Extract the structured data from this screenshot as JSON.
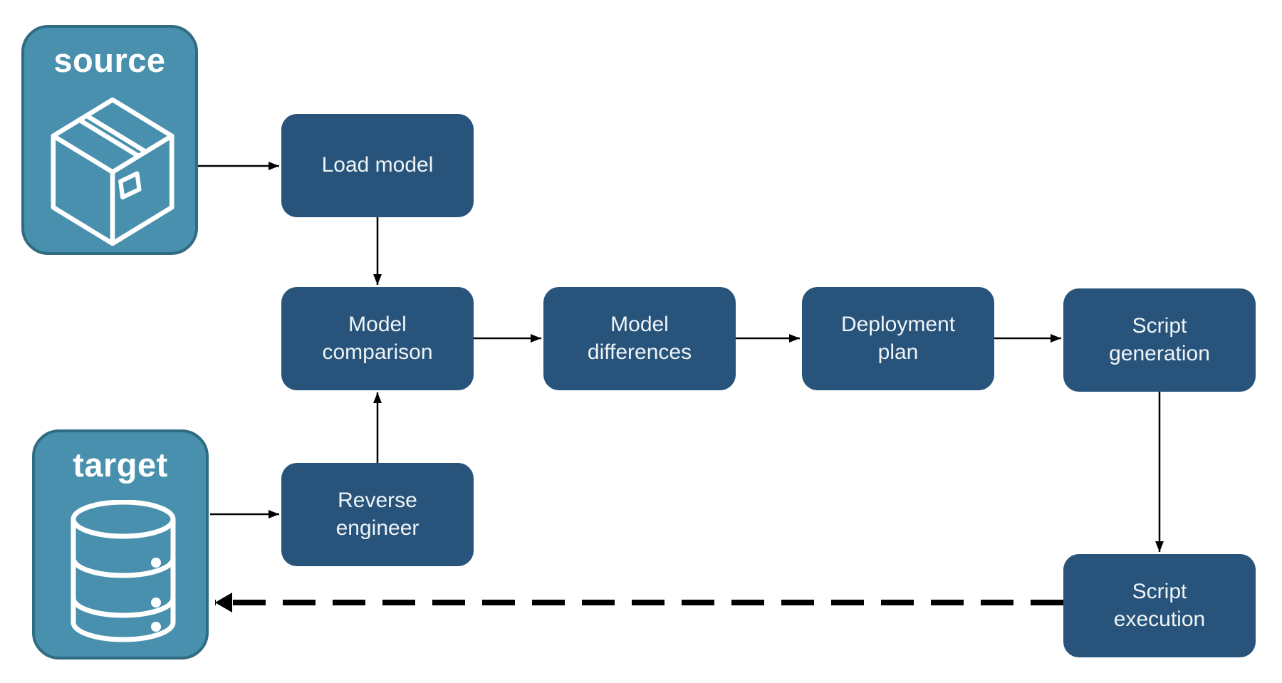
{
  "diagram": {
    "type": "flow-diagram",
    "background": "#ffffff",
    "colors": {
      "node_fill": "#28537A",
      "node_text": "#EFF4F7",
      "endpoint_fill": "#4890AE",
      "endpoint_border": "#2F6B82",
      "endpoint_text": "#FFFFFF",
      "arrow": "#000000"
    },
    "endpoints": [
      {
        "id": "source",
        "label": "source",
        "icon": "package-icon"
      },
      {
        "id": "target",
        "label": "target",
        "icon": "database-icon"
      }
    ],
    "nodes": [
      {
        "id": "load-model",
        "label": "Load model"
      },
      {
        "id": "model-comparison",
        "label": "Model comparison"
      },
      {
        "id": "model-differences",
        "label": "Model differences"
      },
      {
        "id": "deployment-plan",
        "label": "Deployment plan"
      },
      {
        "id": "script-generation",
        "label": "Script generation"
      },
      {
        "id": "reverse-engineer",
        "label": "Reverse engineer"
      },
      {
        "id": "script-execution",
        "label": "Script execution"
      }
    ],
    "edges": [
      {
        "from": "source",
        "to": "load-model",
        "style": "solid"
      },
      {
        "from": "load-model",
        "to": "model-comparison",
        "style": "solid"
      },
      {
        "from": "model-comparison",
        "to": "model-differences",
        "style": "solid"
      },
      {
        "from": "model-differences",
        "to": "deployment-plan",
        "style": "solid"
      },
      {
        "from": "deployment-plan",
        "to": "script-generation",
        "style": "solid"
      },
      {
        "from": "script-generation",
        "to": "script-execution",
        "style": "solid"
      },
      {
        "from": "target",
        "to": "reverse-engineer",
        "style": "solid"
      },
      {
        "from": "reverse-engineer",
        "to": "model-comparison",
        "style": "solid"
      },
      {
        "from": "script-execution",
        "to": "target",
        "style": "dashed"
      }
    ]
  }
}
